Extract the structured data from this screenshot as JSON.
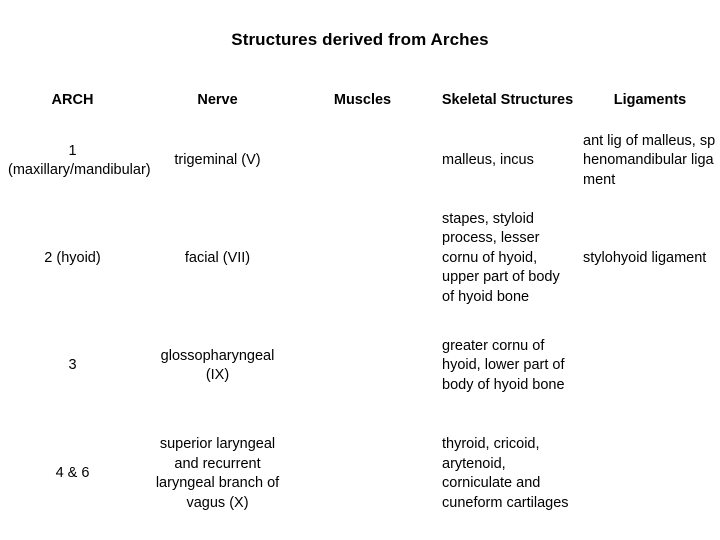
{
  "slide": {
    "title": "Structures derived from Arches"
  },
  "table": {
    "headers": [
      {
        "key": "arch",
        "label": "ARCH"
      },
      {
        "key": "nerve",
        "label": "Nerve"
      },
      {
        "key": "muscles",
        "label": "Muscles"
      },
      {
        "key": "skeletal",
        "label": "Skeletal Structures"
      },
      {
        "key": "ligaments",
        "label": "Ligaments"
      }
    ],
    "rows": [
      {
        "arch": "1 (maxillary/mandibular)",
        "nerve": "trigeminal (V)",
        "muscles": "",
        "skeletal": "malleus, incus",
        "ligaments": "ant lig of malleus, sphenomandibular ligament"
      },
      {
        "arch": "2 (hyoid)",
        "nerve": "facial (VII)",
        "muscles": "",
        "skeletal": "stapes, styloid process, lesser cornu of hyoid, upper part of body of hyoid bone",
        "ligaments": "stylohyoid ligament"
      },
      {
        "arch": "3",
        "nerve": "glossopharyngeal (IX)",
        "muscles": "",
        "skeletal": "greater cornu of hyoid, lower part of body of hyoid bone",
        "ligaments": ""
      },
      {
        "arch": "4 & 6",
        "nerve": "superior laryngeal and recurrent laryngeal branch of vagus (X)",
        "muscles": "",
        "skeletal": "thyroid, cricoid, arytenoid, corniculate and cuneform cartilages",
        "ligaments": ""
      }
    ]
  },
  "colors": {
    "background": "#ffffff",
    "text": "#000000"
  }
}
